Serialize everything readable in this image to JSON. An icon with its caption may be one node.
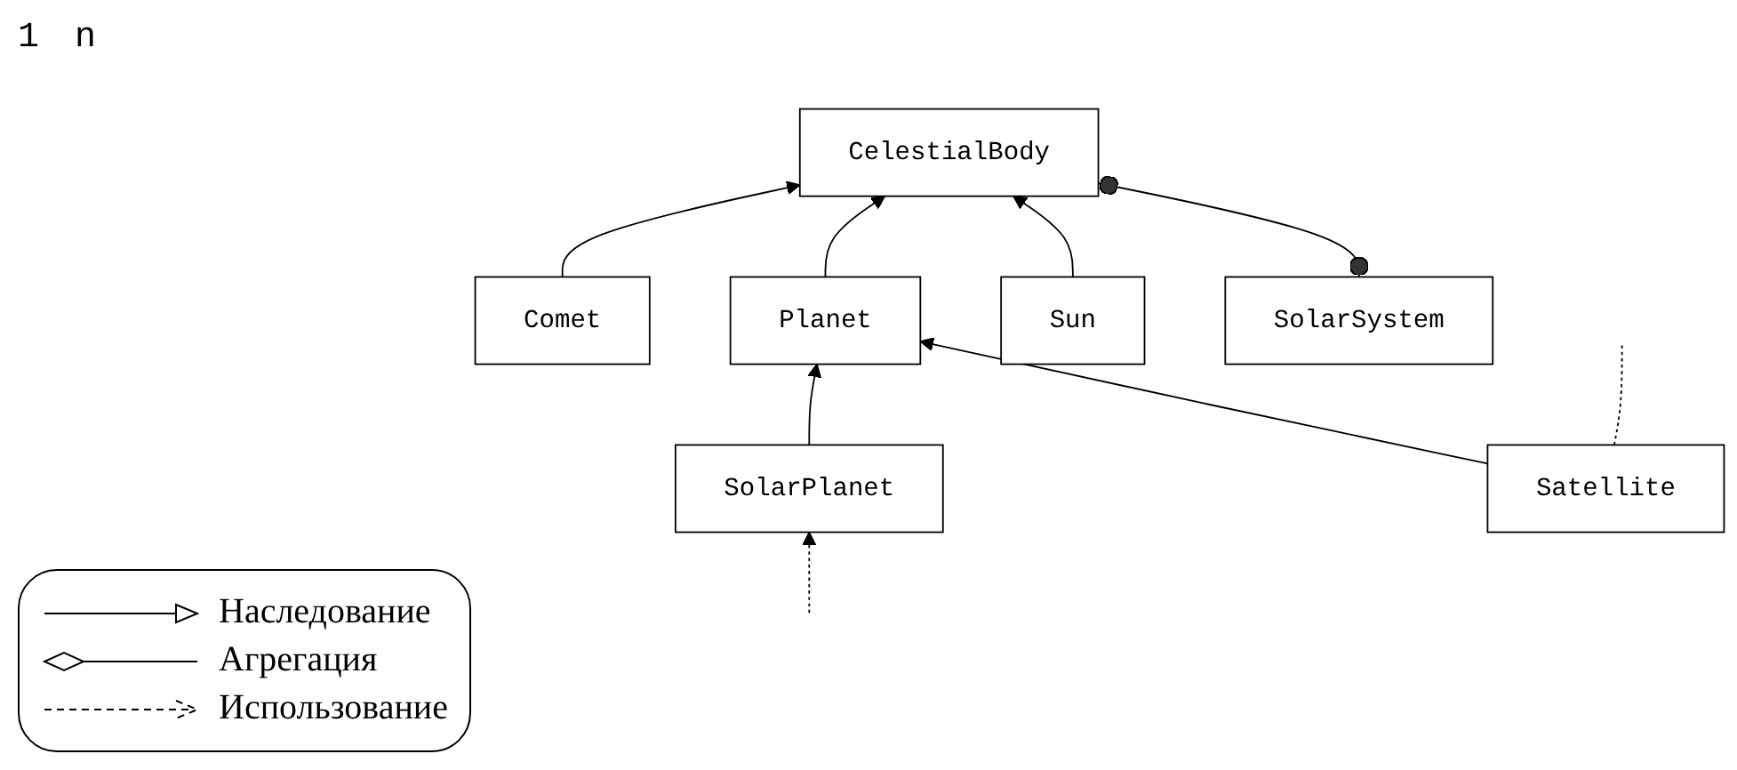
{
  "diagram": {
    "nodes": [
      {
        "text": [
          "SolarSystem"
        ]
      },
      {
        "text": [
          "CelestialBody"
        ]
      },
      {
        "text": [
          "Sun"
        ]
      },
      {
        "text": [
          "Planet"
        ]
      },
      {
        "text": [
          "Comet"
        ]
      },
      {
        "text": [
          "Satellite"
        ]
      },
      {
        "text": [
          "SolarPlanet"
        ]
      }
    ],
    "edges": [
      {
        "from": 0,
        "to": 1,
        "arrow": "other"
      },
      {
        "from": 2,
        "to": 1,
        "arrow": "to"
      },
      {
        "from": 3,
        "to": 1,
        "arrow": "to"
      },
      {
        "from": 4,
        "to": 1,
        "arrow": "to"
      },
      {
        "from": 5,
        "to": 3,
        "arrow": "to"
      },
      {
        "from": 6,
        "to": 3,
        "arrow": "to"
      },
      {
        "from": 5,
        "to": null,
        "arrow": "none",
        "style": "dashed"
      },
      {
        "from": null,
        "to": 6,
        "arrow": "to",
        "style": "dashed"
      }
    ],
    "labels": [
      "1",
      "n"
    ],
    "legend": [
      {
        "text": "Наследование"
      },
      {
        "text": "Агрегация"
      },
      {
        "text": "Использование"
      }
    ]
  }
}
